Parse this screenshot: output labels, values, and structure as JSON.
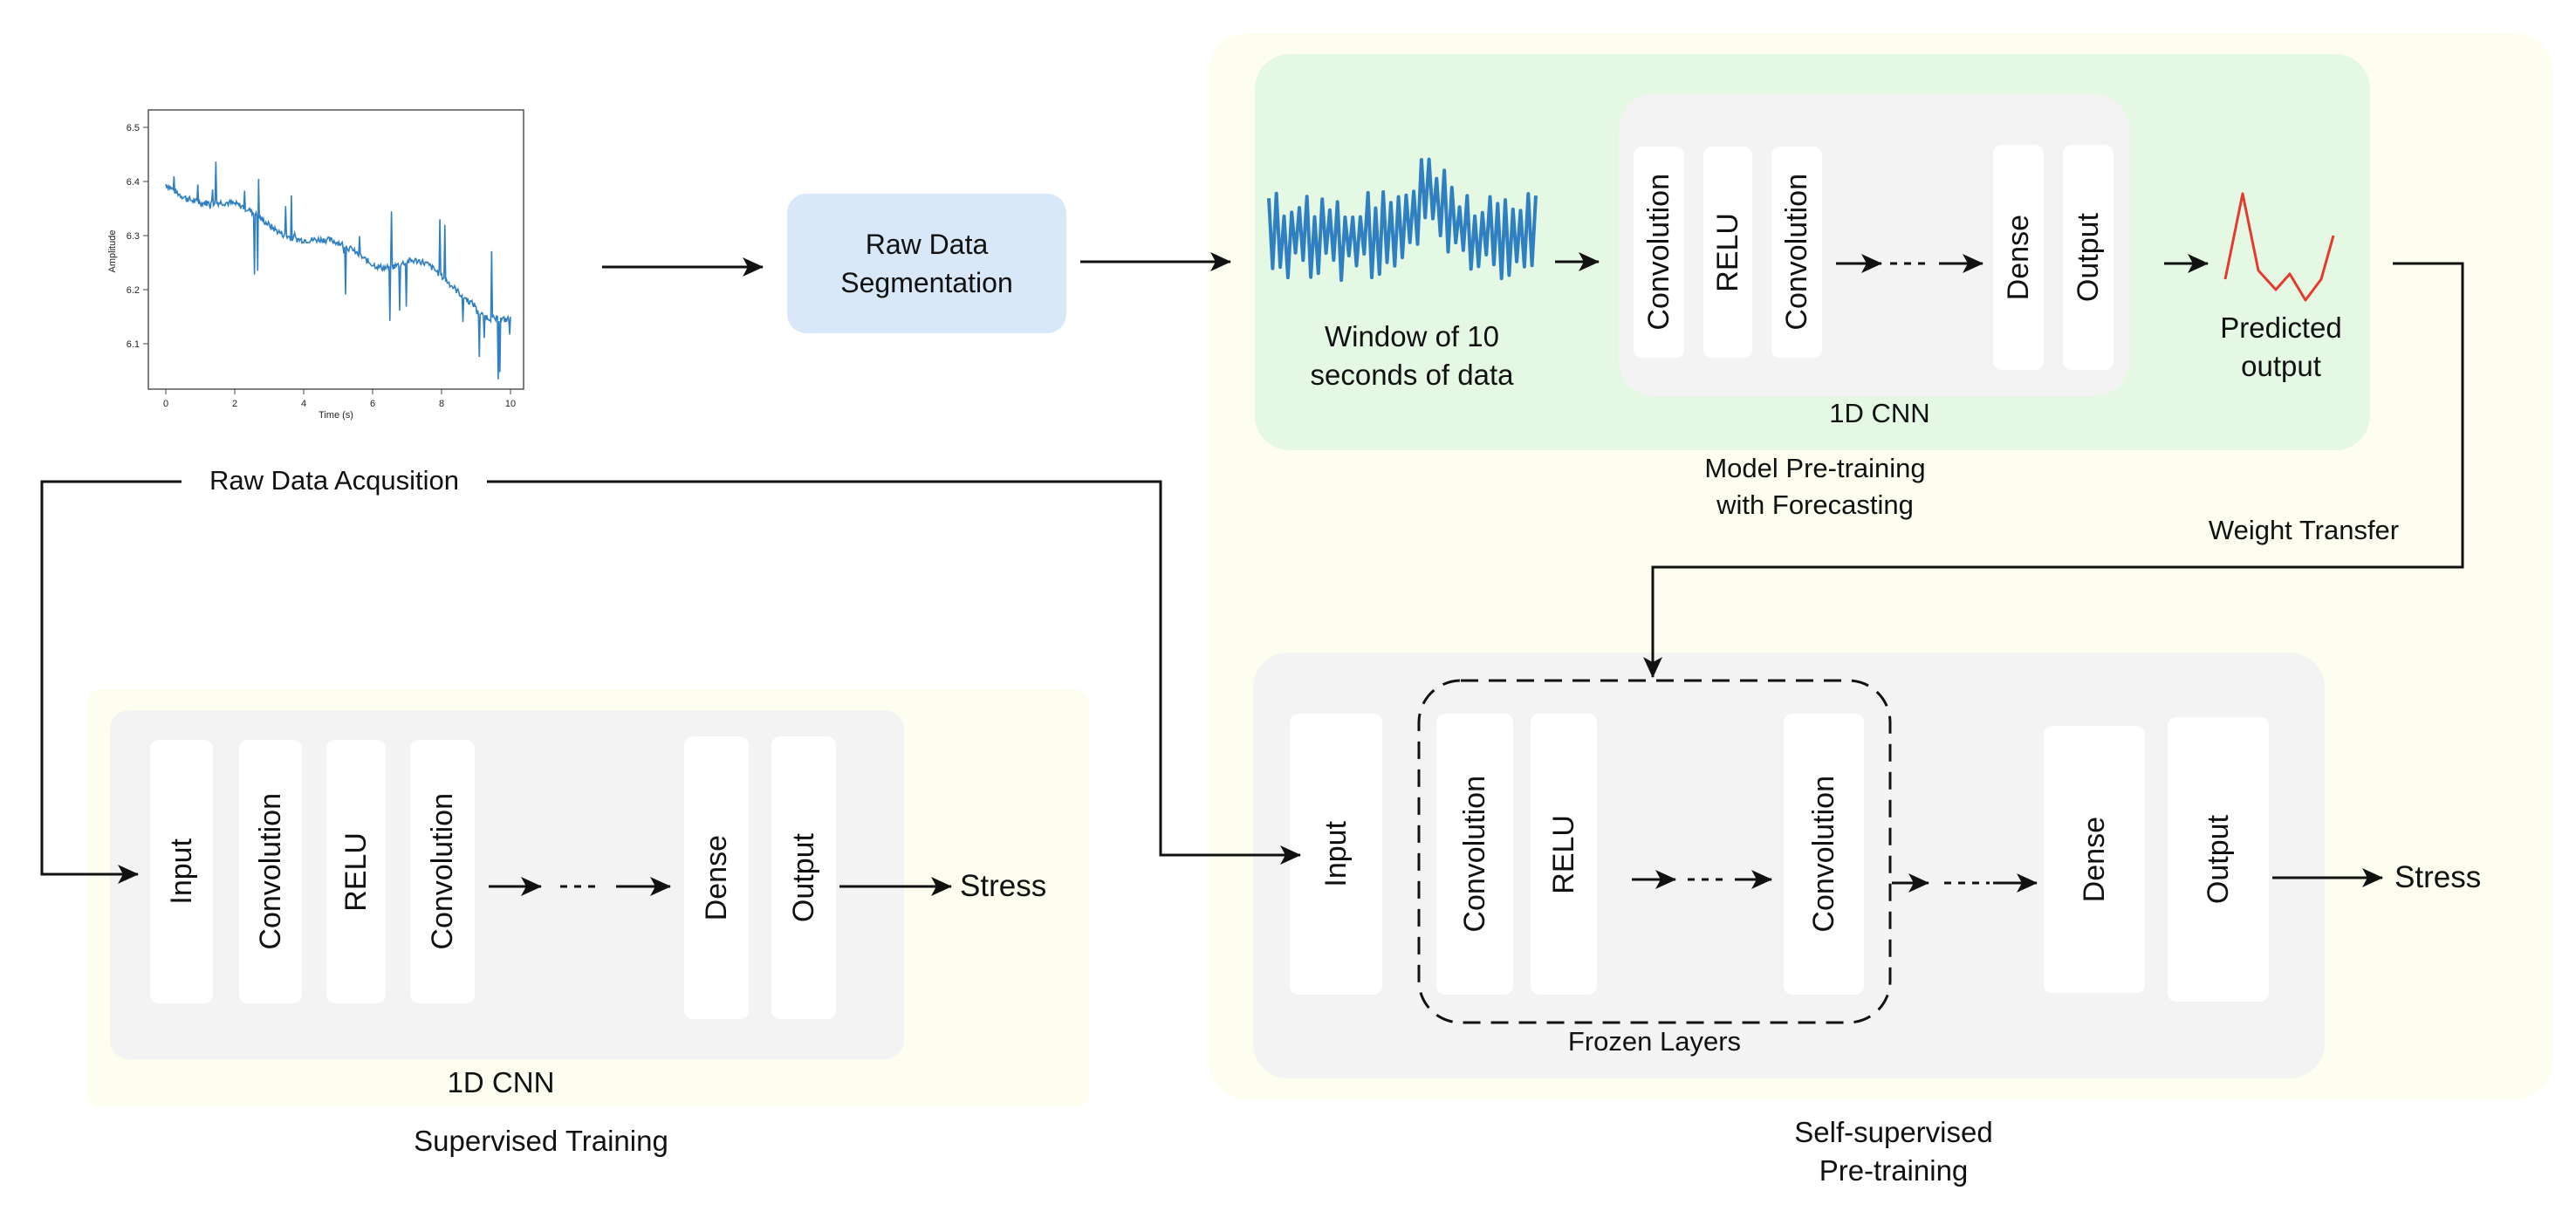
{
  "colors": {
    "self_supervised_bg": "#fdfdf0",
    "supervised_bg": "#fdfdf0",
    "pretrain_bg": "#e4f8e4",
    "cnn_panel_bg": "#f3f3f3",
    "segmentation_bg": "#d8e8f9",
    "signal_blue": "#2f7fc1",
    "predicted_red": "#e33b2e",
    "arrow": "#111111"
  },
  "raw_plot": {
    "y_ticks": [
      "6.5",
      "6.4",
      "6.3",
      "6.2",
      "6.1"
    ],
    "x_ticks": [
      "0",
      "2",
      "4",
      "6",
      "8",
      "10"
    ],
    "ylabel": "Amplitude",
    "xlabel": "Time (s)"
  },
  "labels": {
    "raw_data_acquisition": "Raw Data Acqusition",
    "raw_data_segmentation_line1": "Raw Data",
    "raw_data_segmentation_line2": "Segmentation",
    "window_line1": "Window of 10",
    "window_line2": "seconds of data",
    "predicted_line1": "Predicted",
    "predicted_line2": "output",
    "cnn_top": "1D CNN",
    "model_pretraining_line1": "Model Pre-training",
    "model_pretraining_line2": "with Forecasting",
    "weight_transfer": "Weight Transfer",
    "frozen_layers": "Frozen Layers",
    "stress_left": "Stress",
    "stress_right": "Stress",
    "cnn_bottom_left": "1D CNN",
    "supervised_training": "Supervised Training",
    "self_supervised_line1": "Self-supervised",
    "self_supervised_line2": "Pre-training"
  },
  "top_cnn_layers": [
    "Convolution",
    "RELU",
    "Convolution",
    "Dense",
    "Output"
  ],
  "supervised_layers": [
    "Input",
    "Convolution",
    "RELU",
    "Convolution",
    "Dense",
    "Output"
  ],
  "bottom_right_layers": [
    "Input",
    "Convolution",
    "RELU",
    "Convolution",
    "Dense",
    "Output"
  ]
}
